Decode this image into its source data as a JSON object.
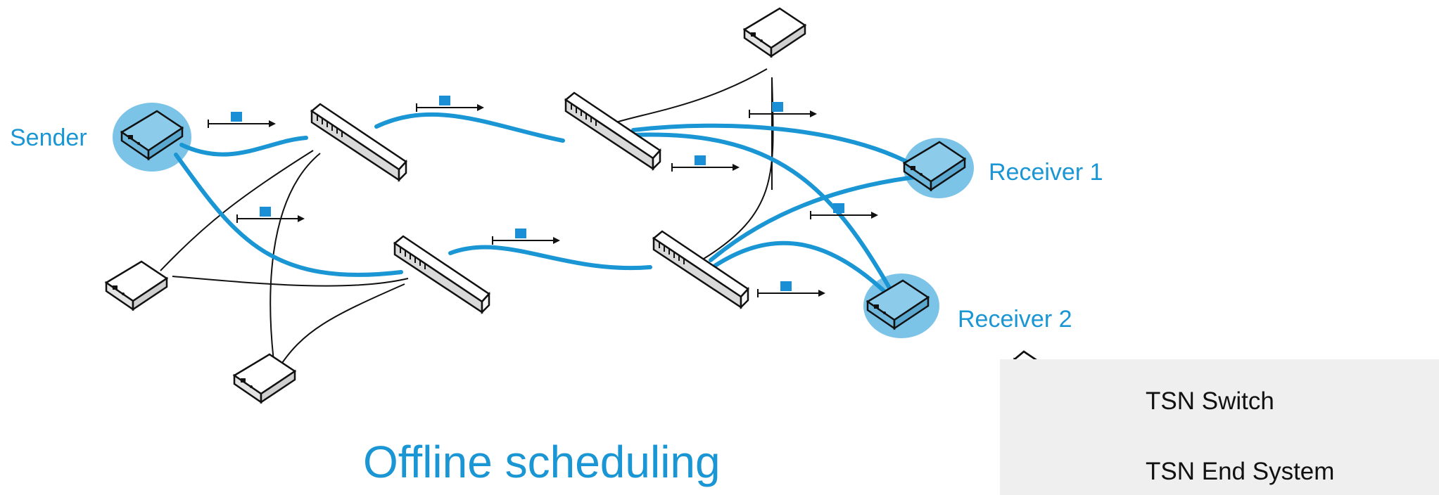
{
  "header_fragment": "",
  "labels": {
    "sender": "Sender",
    "receiver1": "Receiver 1",
    "receiver2": "Receiver 2"
  },
  "title": "Offline scheduling",
  "legend": {
    "switch_label": "TSN Switch",
    "endsystem_label": "TSN End System"
  },
  "colors": {
    "accent": "#1a96d4",
    "highlight": "#7cc3e8",
    "legend_bg": "#efefef",
    "packet": "#1a8fd6"
  }
}
